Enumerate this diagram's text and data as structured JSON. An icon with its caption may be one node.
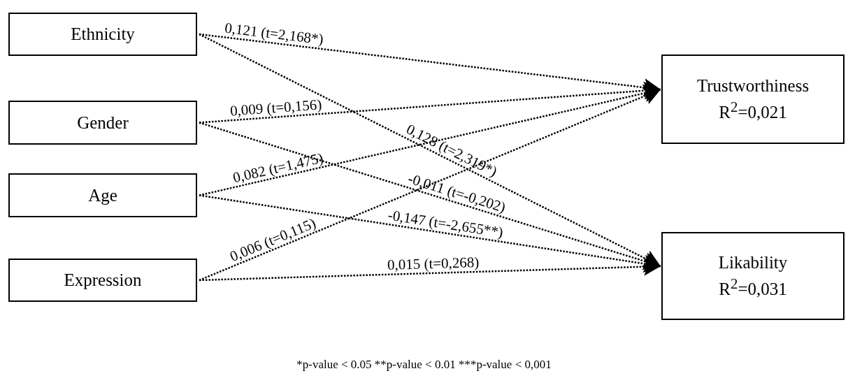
{
  "diagram": {
    "nodes": [
      {
        "text": [
          "Ethnicity"
        ]
      },
      {
        "text": [
          "Gender"
        ]
      },
      {
        "text": [
          "Age"
        ]
      },
      {
        "text": [
          "Expression"
        ]
      },
      {
        "text": [
          "Trustworthiness",
          "R$^{2}$=0,021"
        ]
      },
      {
        "text": [
          "Likability",
          "R$^{2}$=0,031"
        ]
      }
    ],
    "edges": [
      {
        "from": 0,
        "to": 4,
        "arrow": "to",
        "label": "0,121 (t=2,168*)",
        "style": "dashed"
      },
      {
        "from": 0,
        "to": 5,
        "arrow": "to",
        "label": "0,128 (t=2,319*)",
        "style": "dashed"
      },
      {
        "from": 1,
        "to": 4,
        "arrow": "to",
        "label": "0,009 (t=0,156)",
        "style": "dashed"
      },
      {
        "from": 1,
        "to": 5,
        "arrow": "to",
        "label": "-0,011 (t=-0,202)",
        "style": "dashed"
      },
      {
        "from": 2,
        "to": 4,
        "arrow": "to",
        "label": "0,082 (t=1,475)",
        "style": "dashed"
      },
      {
        "from": 2,
        "to": 5,
        "arrow": "to",
        "label": "-0,147 (t=-2,655**)",
        "style": "dashed"
      },
      {
        "from": 3,
        "to": 4,
        "arrow": "to",
        "label": "0,006 (t=0,115)",
        "style": "dashed"
      },
      {
        "from": 3,
        "to": 5,
        "arrow": "to",
        "label": "0,015 (t=0,268)",
        "style": "dashed"
      }
    ],
    "labels": [
      "*p-value < 0.05 **p-value < 0.01 ***p-value < 0,001"
    ]
  }
}
